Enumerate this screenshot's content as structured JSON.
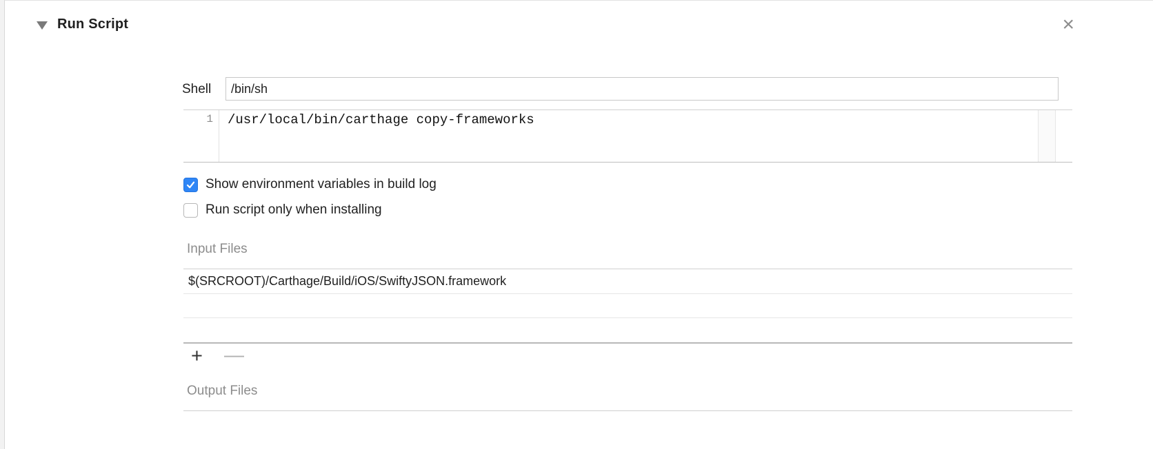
{
  "phase": {
    "title": "Run Script",
    "disclosure_icon": "triangle-down-icon",
    "delete_symbol": "×"
  },
  "shell": {
    "label": "Shell",
    "value": "/bin/sh"
  },
  "script": {
    "lines": [
      {
        "number": "1",
        "code": "/usr/local/bin/carthage copy-frameworks"
      }
    ]
  },
  "options": {
    "show_env": {
      "label": "Show environment variables in build log",
      "checked": true
    },
    "install_only": {
      "label": "Run script only when installing",
      "checked": false
    }
  },
  "input_files": {
    "label": "Input Files",
    "items": [
      "$(SRCROOT)/Carthage/Build/iOS/SwiftyJSON.framework"
    ],
    "add_symbol": "+",
    "remove_symbol": "—"
  },
  "output_files": {
    "label": "Output Files"
  },
  "colors": {
    "accent": "#2f86f6",
    "muted_text": "#8c8c8c",
    "border": "#d0d0d0"
  }
}
